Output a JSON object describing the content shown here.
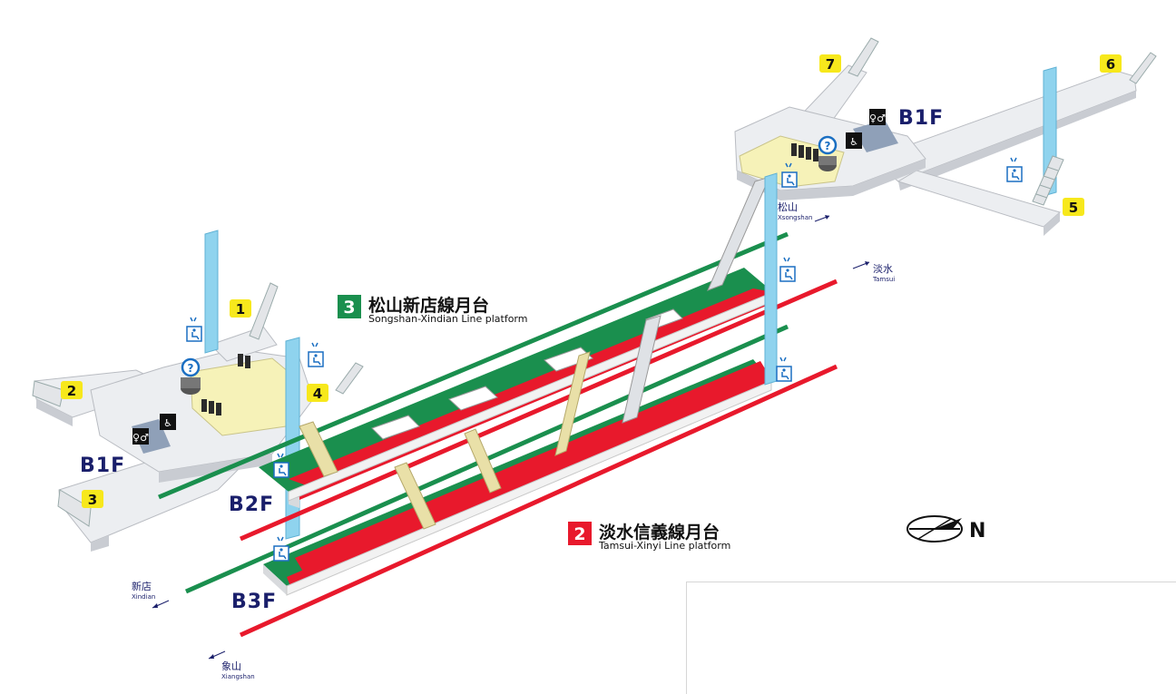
{
  "floors": {
    "b1f_left": "B1F",
    "b1f_right": "B1F",
    "b2f": "B2F",
    "b3f": "B3F"
  },
  "exits": [
    "1",
    "2",
    "3",
    "4",
    "5",
    "6",
    "7"
  ],
  "platforms": {
    "songshan_xindian": {
      "number": "3",
      "name_cn": "松山新店線月台",
      "name_en": "Songshan-Xindian Line platform",
      "color": "#1a8f4e"
    },
    "tamsui_xinyi": {
      "number": "2",
      "name_cn": "淡水信義線月台",
      "name_en": "Tamsui-Xinyi Line platform",
      "color": "#e8192c"
    }
  },
  "directions": {
    "songshan": {
      "cn": "松山",
      "en": "Xsongshan"
    },
    "tamsui": {
      "cn": "淡水",
      "en": "Tamsui"
    },
    "xindian": {
      "cn": "新店",
      "en": "Xindian"
    },
    "xiangshan": {
      "cn": "象山",
      "en": "Xiangshan"
    }
  },
  "compass": {
    "label": "N"
  },
  "colors": {
    "green_line": "#1a8f4e",
    "red_line": "#e8192c",
    "concourse": "#eceef1",
    "paid_area": "#f6f2b8",
    "elevator_shaft": "#8fd3ee",
    "exit_badge": "#f7e81c",
    "icon_blue": "#1b6fc2"
  }
}
